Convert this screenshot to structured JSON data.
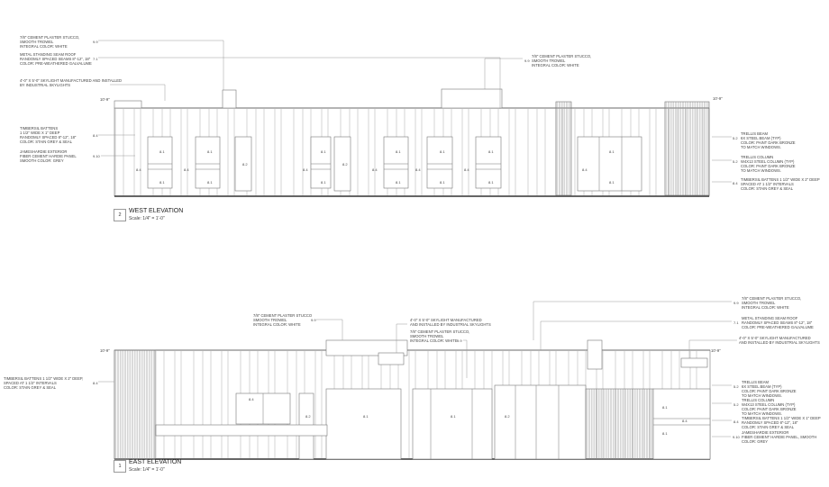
{
  "west": {
    "title": "WEST ELEVATION",
    "scale": "Scale: 1/4\" = 1'-0\"",
    "number": "2",
    "level_left": "10'-9\"",
    "level_right": "10'-9\"",
    "notes": [
      {
        "tag": "9.9",
        "text": "7/8\" CEMENT PLASTER STUCCO,\nSMOOTH TROWEL\nINTEGRAL COLOR: WHITE"
      },
      {
        "tag": "7.1",
        "text": "METAL STANDING SEAM ROOF\nRANDOMLY SPACED SEAMS 8\"-12\", 18\"\nCOLOR: PRE-WEATHERED GALVALUME"
      },
      {
        "tag": "",
        "text": "4'-0\" X 5'-0\" SKYLIGHT MANUFACTURED AND INSTALLED\nBY INDUSTRIAL SKYLIGHTS"
      },
      {
        "tag": "8.4",
        "text": "TIMBERSIL BATTENS\n1 1/2\" WIDE X 1\" DEEP\nRANDOMLY SPACED 8\"-12\", 18\"\nCOLOR: STAIN GREY & SEAL"
      },
      {
        "tag": "9.10",
        "text": "JAMESHARDIE EXTERIOR\nFIBER CEMENT HARDIE PANEL\nSMOOTH COLOR: GREY"
      },
      {
        "tag": "9.9",
        "text": "7/8\" CEMENT PLASTER STUCCO,\nSMOOTH TROWEL\nINTEGRAL COLOR: WHITE"
      },
      {
        "tag": "5.2",
        "text": "TRELLIS BEAM\n6X STEEL BEAM (TYP)\nCOLOR: PAINT DARK BRONZE\nTO MATCH WINDOWS."
      },
      {
        "tag": "5.2",
        "text": "TRELLIS COLUMN\nW4X13 STEEL COLUMN (TYP)\nCOLOR: PAINT DARK BRONZE\nTO MATCH WINDOWS."
      },
      {
        "tag": "8.4",
        "text": "TIMBERSIL BATTENS 1 1/2\" WIDE X 2\" DEEP\nSPACED AT 1 1/2\" INTERVALS\nCOLOR: STAIN GREY & SEAL"
      }
    ],
    "window_tags": [
      "8.1",
      "8.1",
      "8.4",
      "8.1",
      "8.1",
      "8.4",
      "8.2",
      "8.1",
      "8.1",
      "8.4",
      "8.2",
      "8.1",
      "8.1",
      "8.4",
      "8.1",
      "8.1",
      "8.4",
      "8.1",
      "8.1",
      "8.4",
      "8.1",
      "8.1",
      "8.4"
    ]
  },
  "east": {
    "title": "EAST ELEVATION",
    "scale": "Scale: 1/4\" = 1'-0\"",
    "number": "1",
    "level_left": "10'-9\"",
    "level_right": "10'-9\"",
    "notes": [
      {
        "tag": "9.9",
        "text": "7/8\" CEMENT PLASTER STUCCO\nSMOOTH TROWEL\nINTEGRAL COLOR: WHITE"
      },
      {
        "tag": "",
        "text": "4'-0\" X 5'-0\" SKYLIGHT MANUFACTURED\nAND INSTALLED BY INDUSTRIAL SKYLIGHTS"
      },
      {
        "tag": "9.9",
        "text": "7/8\" CEMENT PLASTER STUCCO,\nSMOOTH TROWEL\nINTEGRAL COLOR: WHITE"
      },
      {
        "tag": "8.4",
        "text": "TIMBERSIL BATTENS 1 1/2\" WIDE X 2\" DEEP,\nSPACED AT 1 1/2\" INTERVALS\nCOLOR: STAIN GREY & SEAL"
      },
      {
        "tag": "9.9",
        "text": "7/8\" CEMENT PLASTER STUCCO,\nSMOOTH TROWEL\nINTEGRAL COLOR: WHITE"
      },
      {
        "tag": "7.1",
        "text": "METAL STANDING SEAM ROOF\nRANDOMLY SPACED SEAMS 8\"-12\", 18\"\nCOLOR: PRE-WEATHERED GALVALUME"
      },
      {
        "tag": "",
        "text": "4'-0\" X 5'-0\" SKYLIGHT MANUFACTURED\nAND INSTALLED BY INDUSTRIAL SKYLIGHTS"
      },
      {
        "tag": "5.2",
        "text": "TRELLIS BEAM\n6X STEEL BEAM (TYP)\nCOLOR: PAINT DARK BRONZE\nTO MATCH WINDOWS."
      },
      {
        "tag": "5.2",
        "text": "TRELLIS COLUMN\nW4X13 STEEL COLUMN (TYP)\nCOLOR: PAINT DARK BRONZE\nTO MATCH WINDOWS."
      },
      {
        "tag": "8.4",
        "text": "TIMBERSIL BATTENS 1 1/2\" WIDE X 1\" DEEP\nRANDOMLY SPACED 8\"-12\", 18\"\nCOLOR: STAIN GREY & SEAL"
      },
      {
        "tag": "9.10",
        "text": "JAMESHARDIE EXTERIOR\nFIBER CEMENT HARDIE PANEL, SMOOTH\nCOLOR: GREY"
      }
    ],
    "window_tags": [
      "8.4",
      "8.2",
      "8.1",
      "8.1",
      "8.2",
      "8.1",
      "8.1",
      "8.4"
    ]
  }
}
